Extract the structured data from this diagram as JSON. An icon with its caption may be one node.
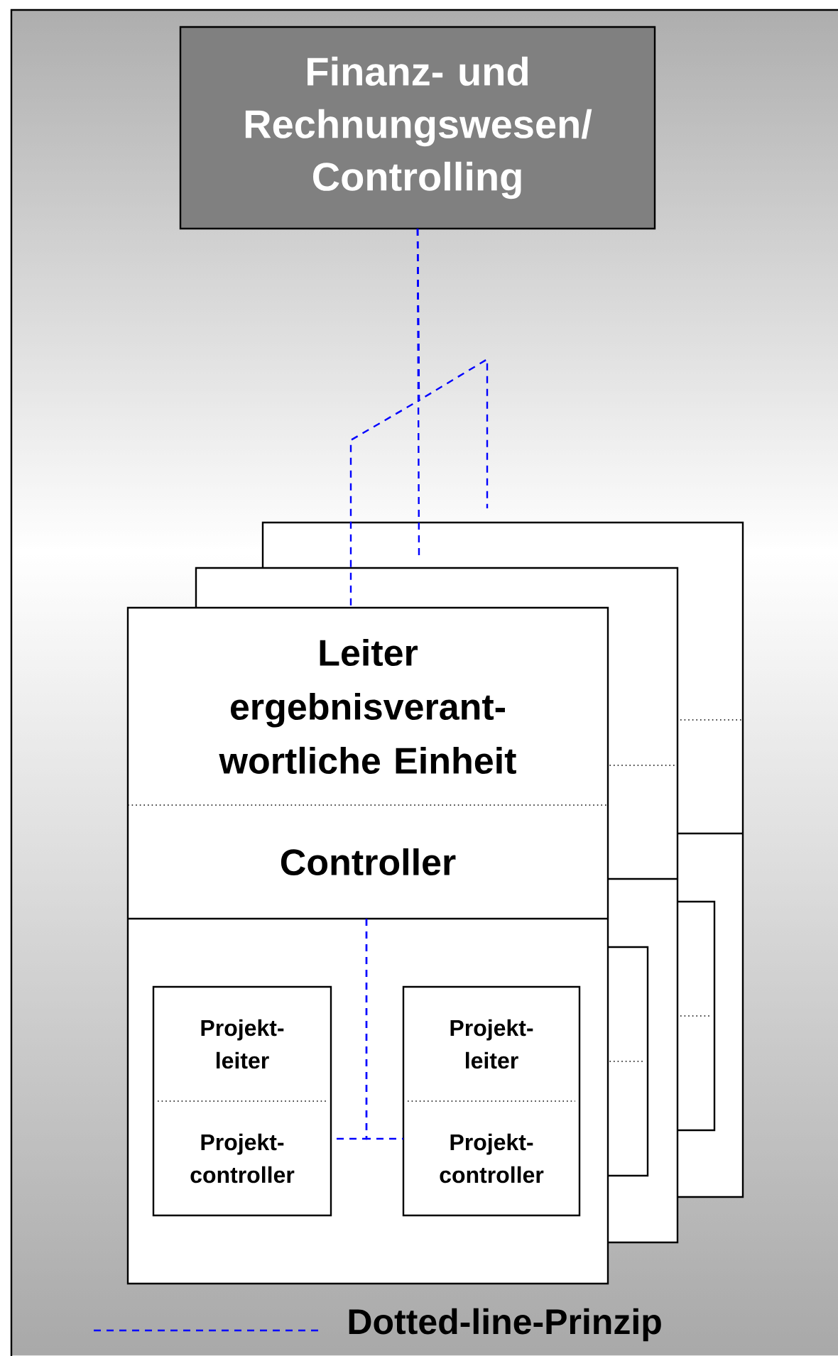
{
  "diagram": {
    "nodes": [
      {
        "text": [
          "Finanz- und Rechnungswesen/ Controlling"
        ]
      },
      {
        "text": [],
        "shape": "box"
      },
      {
        "text": [
          "Leiter ergebnisverant- wortliche Einheit"
        ],
        "in": 1
      },
      {
        "text": [
          "Controller"
        ],
        "in": 1
      },
      {
        "text": [
          "Projekt- leiter",
          "Projekt- controller"
        ],
        "in": 1
      },
      {
        "text": [
          "Projekt- leiter",
          "Projekt- controller"
        ],
        "in": 1
      }
    ],
    "edges": [
      {
        "from": 0,
        "to": null,
        "arrow": "none",
        "style": "dashed"
      },
      {
        "from": 0,
        "to": null,
        "arrow": "none",
        "style": "dashed"
      },
      {
        "from": 0,
        "to": 1,
        "arrow": "none",
        "style": "dashed"
      },
      {
        "from": 3,
        "to": 4,
        "arrow": "none",
        "style": "dashed"
      },
      {
        "from": 3,
        "to": 5,
        "arrow": "none",
        "style": "dashed"
      }
    ],
    "legend": [
      {
        "text": "Dotted-line-Prinzip"
      }
    ]
  }
}
